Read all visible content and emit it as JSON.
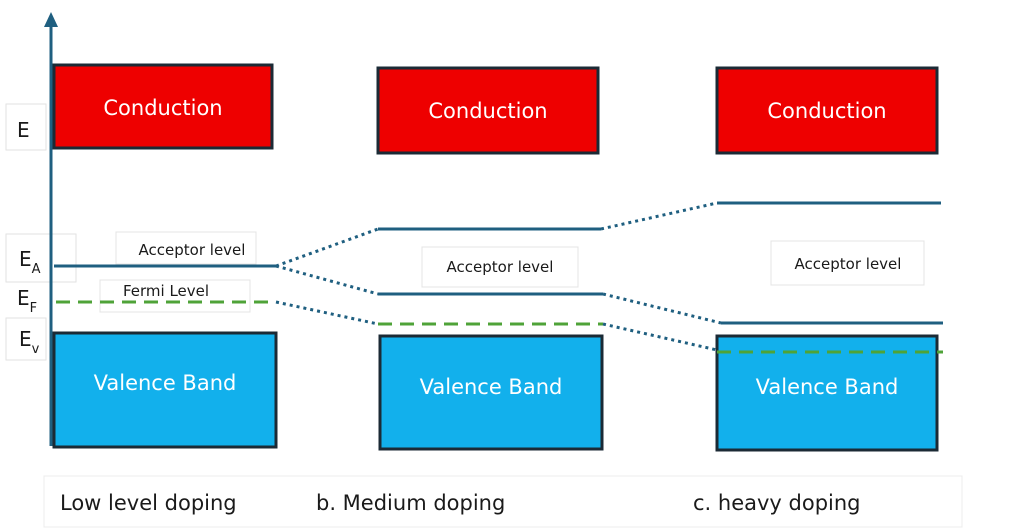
{
  "colors": {
    "conduction": "#ee0000",
    "valence": "#12b0ec",
    "band_border": "#1b2a35",
    "acceptor_line": "#1f5f80",
    "fermi_line": "#4fa338",
    "axis": "#1f5f80"
  },
  "axis": {
    "energy_label": "E",
    "acceptor": {
      "main": "E",
      "sub": "A"
    },
    "fermi": {
      "main": "E",
      "sub": "F"
    },
    "valence": {
      "main": "E",
      "sub": "v"
    }
  },
  "panels": [
    {
      "caption": "Low level doping",
      "conduction_label": "Conduction",
      "valence_label": "Valence Band",
      "acceptor_label": "Acceptor level",
      "fermi_label": "Fermi Level"
    },
    {
      "caption": "b. Medium doping",
      "conduction_label": "Conduction",
      "valence_label": "Valence Band",
      "acceptor_label": "Acceptor level"
    },
    {
      "caption": "c. heavy doping",
      "conduction_label": "Conduction",
      "valence_label": "Valence Band",
      "acceptor_label": "Acceptor level"
    }
  ]
}
